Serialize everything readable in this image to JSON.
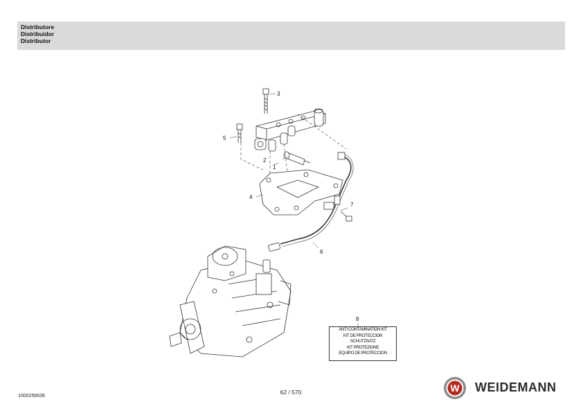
{
  "header": {
    "lines": [
      "Distributore",
      "Distribuidor",
      "Distributor"
    ]
  },
  "diagram": {
    "callouts": [
      "1",
      "2",
      "3",
      "4",
      "5",
      "6",
      "7",
      "8"
    ]
  },
  "kit_box": {
    "lines": [
      "ANTI CONTAMINATION KIT",
      "KIT DE PROTECCION",
      "SCHUTZSATZ",
      "KIT PROTEZIONE",
      "EQUIPO DE PROTECCION"
    ]
  },
  "footer": {
    "doc_id": "1000256636",
    "page": "62 / 570",
    "brand": "WEIDEMANN",
    "logo_letter": "W"
  },
  "colors": {
    "header_band": "#dadada",
    "logo_red": "#b52a20",
    "logo_grey": "#8c8c8c"
  }
}
